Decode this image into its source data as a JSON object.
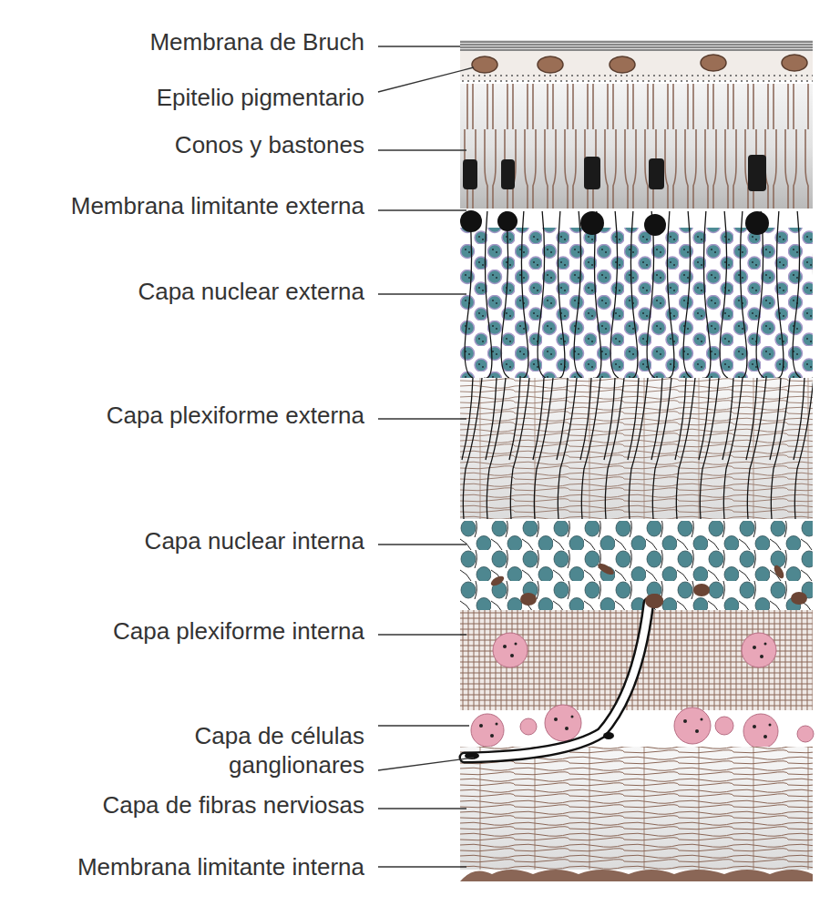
{
  "diagram": {
    "labels": [
      "Membrana de Bruch",
      "Epitelio pigmentario",
      "Conos y bastones",
      "Membrana limitante externa",
      "Capa nuclear externa",
      "Capa plexiforme externa",
      "Capa nuclear interna",
      "Capa plexiforme interna",
      "Capa de células ganglionares",
      "Capa de fibras nerviosas",
      "Membrana limitante interna"
    ]
  }
}
